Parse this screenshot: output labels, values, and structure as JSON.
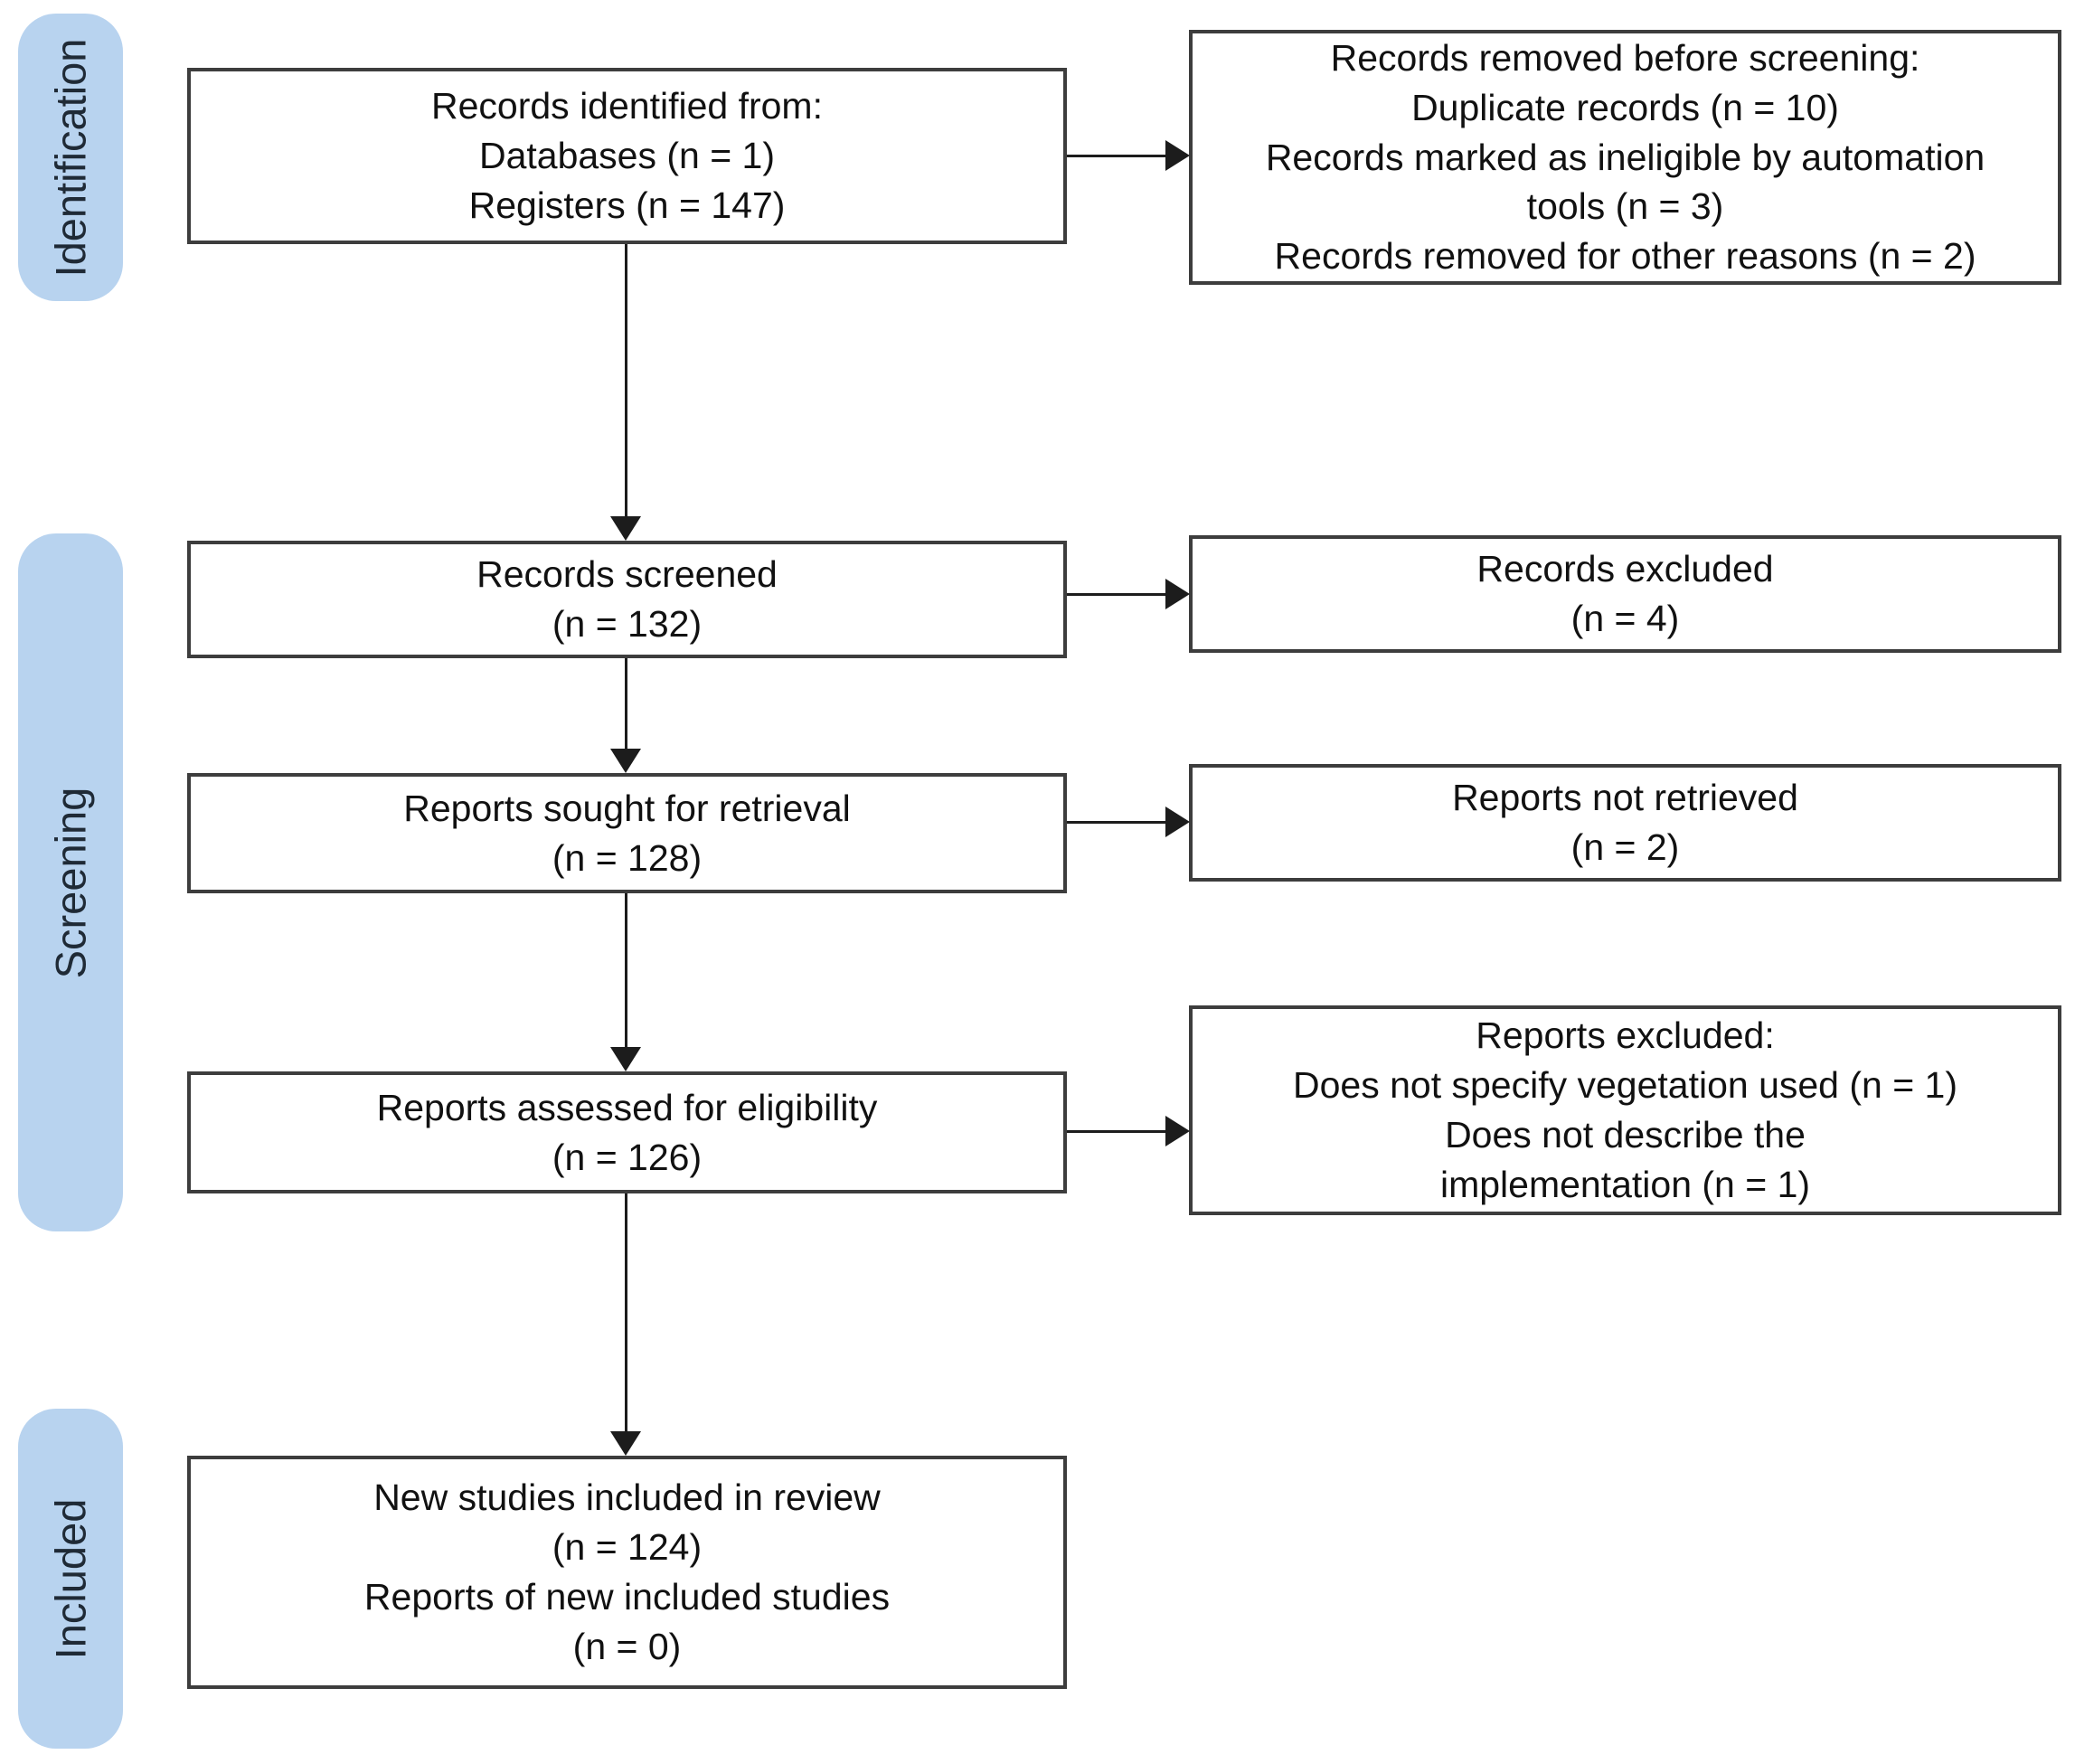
{
  "diagram": {
    "type": "prisma-flow",
    "colors": {
      "stage_fill": "#B8D3EF",
      "box_border": "#3d3d3d",
      "arrow": "#1c1c1c",
      "text": "#111111",
      "background": "#ffffff"
    },
    "stages": [
      {
        "id": "identification",
        "label": "Identification"
      },
      {
        "id": "screening",
        "label": "Screening"
      },
      {
        "id": "included",
        "label": "Included"
      }
    ],
    "main_flow": [
      {
        "id": "records-identified",
        "lines": [
          "Records identified from:",
          "Databases (n = 1)",
          "Registers (n = 147)"
        ]
      },
      {
        "id": "records-screened",
        "lines": [
          "Records screened",
          "(n = 132)"
        ]
      },
      {
        "id": "reports-sought",
        "lines": [
          "Reports sought for retrieval",
          "(n = 128)"
        ]
      },
      {
        "id": "reports-assessed",
        "lines": [
          "Reports assessed for eligibility",
          "(n = 126)"
        ]
      },
      {
        "id": "studies-included",
        "lines": [
          "New studies included in review",
          "(n = 124)",
          "Reports of new included studies",
          "(n = 0)"
        ]
      }
    ],
    "exclusion_boxes": [
      {
        "id": "records-removed-before-screening",
        "lines": [
          "Records removed before screening:",
          "Duplicate records (n = 10)",
          "Records marked as ineligible by automation",
          "tools (n = 3)",
          "Records removed for other reasons (n = 2)"
        ]
      },
      {
        "id": "records-excluded",
        "lines": [
          "Records excluded",
          "(n = 4)"
        ]
      },
      {
        "id": "reports-not-retrieved",
        "lines": [
          "Reports not retrieved",
          "(n = 2)"
        ]
      },
      {
        "id": "reports-excluded",
        "lines": [
          "Reports excluded:",
          "Does not specify vegetation used (n = 1)",
          "Does not describe the",
          "implementation (n = 1)"
        ]
      }
    ]
  }
}
